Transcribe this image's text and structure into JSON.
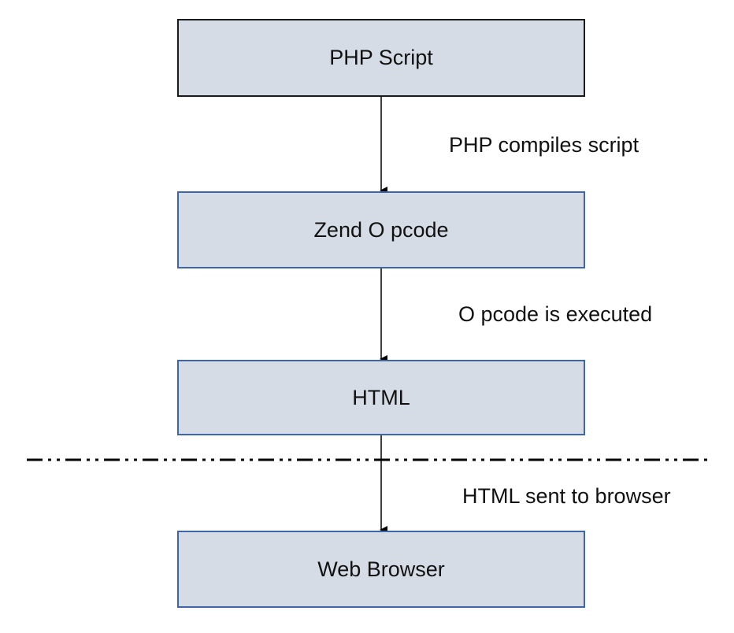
{
  "nodes": {
    "php_script": "PHP Script",
    "zend_opcode": "Zend O pcode",
    "html": "HTML",
    "web_browser": "Web Browser"
  },
  "edges": {
    "compile": "PHP compiles script",
    "execute": "O pcode is executed",
    "send": "HTML sent to browser"
  },
  "colors": {
    "box_fill": "#d6dce5",
    "box_border_dark": "#1a1a1a",
    "box_border_blue": "#3e66a8",
    "arrow": "#000000"
  }
}
